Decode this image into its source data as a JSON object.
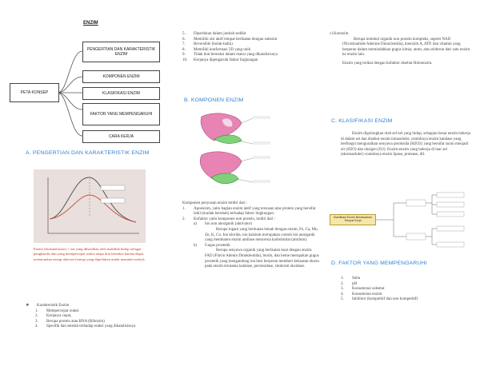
{
  "title": "ENZIM",
  "concept_map": {
    "center": "PETA KONSEP",
    "nodes": [
      "PENGERTIAN DAN KARAKTERISTIK ENZIM",
      "KOMPONEN ENZIM",
      "KLASIFIKASI ENZIM",
      "FAKTOR YANG MEMPENGARUHI",
      "CARA KERJA"
    ]
  },
  "section_a": {
    "heading": "A.  PENGERTIAN DAN KARAKTERISTIK ENZIM",
    "graph_caption": "Enzim (biokatalisator) = zat yang dihasilkan oleh makhluk hidup sebagai pengkatalis dan yang mempercepat reaksi tanpa ikut bereaksi karena dapat menurunkan energi aktivasi (energi yang diperlukan untuk memulai reaksi).",
    "char_title": "Karakteristik Enzim",
    "char_items": [
      "Mempercepat reaksi",
      "Kerjanya cepat,",
      "Berupa protein atau RNA (Ribozim)",
      "Spesifik dan setelah terhadap reaksi yang dikatalisisnya"
    ]
  },
  "mid_top_list": [
    {
      "n": "5.",
      "t": "Diperlukan dalam jumlah sedikit"
    },
    {
      "n": "6.",
      "t": "Memiliki sisi aktif tempat berikatan dengan substrat"
    },
    {
      "n": "7.",
      "t": "Reversible (bolak-balik)"
    },
    {
      "n": "8.",
      "t": "Memiliki konformasi 3D yang unik"
    },
    {
      "n": "9.",
      "t": "Tidak ikut bereaksi dalam reaksi yang dikatalisisnya"
    },
    {
      "n": "10.",
      "t": "Kerjanya dipengaruhi faktor lingkungan"
    }
  ],
  "section_b": {
    "heading": "B.  KOMPONEN ENZIM",
    "intro": "Komponen penyusun enzim terdiri dari :",
    "items": [
      "Apoenzim, yaitu bagian enzim aktif yang tersusun atas protein yang bersifat labil (mudah berubah) terhadap faktor lingkungan.",
      "Kofaktor yaitu komponen non protein, terdiri dari :"
    ],
    "sub_a": "Ion non anorganik (aktivator)",
    "sub_a_text": "Berupa logam yang berikatan lemah dengan enzim, Fe, Ca, Mn, Zn, K, Co. Ion klorida, ion kalsium merupakan contoh ion anorganik yang membantu enzim amilase mencerna karbohidrat (amilum).",
    "sub_b": "Gugus prostetik",
    "sub_b_text": "Berupa senyawa organik yang berikatan kuat dengan enzim. FAD (Flavin Adenin Dinukleotida), biotin, dan heme merupakan gugus prostetik yang mengandung ion besi berperan memberi kekuatan ekstra pada enzim terutama katalase, peroksidase, sitokrom oksidase."
  },
  "right_top": {
    "label": "c)   Koenzim",
    "text": "Berupa molekul organik non protein kompleks, seperti NAD (Nicotinamide Adenine Dinucleotida), koenzim A, ATP, dan vitamin yang berperan dalam memindahkan gugus kimia, atom, atau elektron dari satu enzim ke enzim lain.",
    "note": "Enzim yang terikat dengan kofaktor disebut Holoenzim."
  },
  "section_c": {
    "heading": "C.  KLASIFIKASI ENZIM",
    "text": "Enzim digolongkan oleh sel-sel yang hidup, sebagian besar enzim bekerja di dalam sel dan disebut enzim intraseluler, contohnya enzim katalase yang berfungsi menguraikan senyawa peroksida (H2O2) yang bersifat racun menjadi air (H2O) dan oksigen (O2). Enzim-enzim yang bekerja di luar sel (ekstraseluler) contohnya enzim lipase, protease, dll.",
    "diagram_label": "Klasifikasi Enzim Berdasarkan Tempat Kerja"
  },
  "section_d": {
    "heading": "D.  FAKTOR YANG MEMPENGARUHI",
    "items": [
      "Suhu",
      "pH",
      "Konsentrasi substrat",
      "Konsentrasi enzim",
      "Inhibitor (kompetitif dan non kompetitif)"
    ]
  },
  "colors": {
    "heading_blue": "#2f7fd0",
    "caption_red": "#c0392b"
  }
}
